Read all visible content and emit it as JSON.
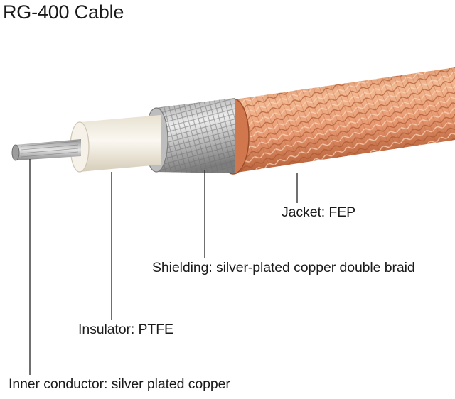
{
  "title": "RG-400 Cable",
  "colors": {
    "jacket": "#e0926a",
    "jacket_light": "#f4c2a0",
    "jacket_dark": "#b8613c",
    "shield": "#c9c9c9",
    "shield_dark": "#8e8e8e",
    "insulator": "#f3eee4",
    "conductor": "#b8b8b8",
    "leader": "#222222"
  },
  "callouts": {
    "jacket": "Jacket: FEP",
    "shielding": "Shielding: silver-plated copper double braid",
    "insulator": "Insulator: PTFE",
    "inner_conductor": "Inner conductor: silver plated copper"
  }
}
